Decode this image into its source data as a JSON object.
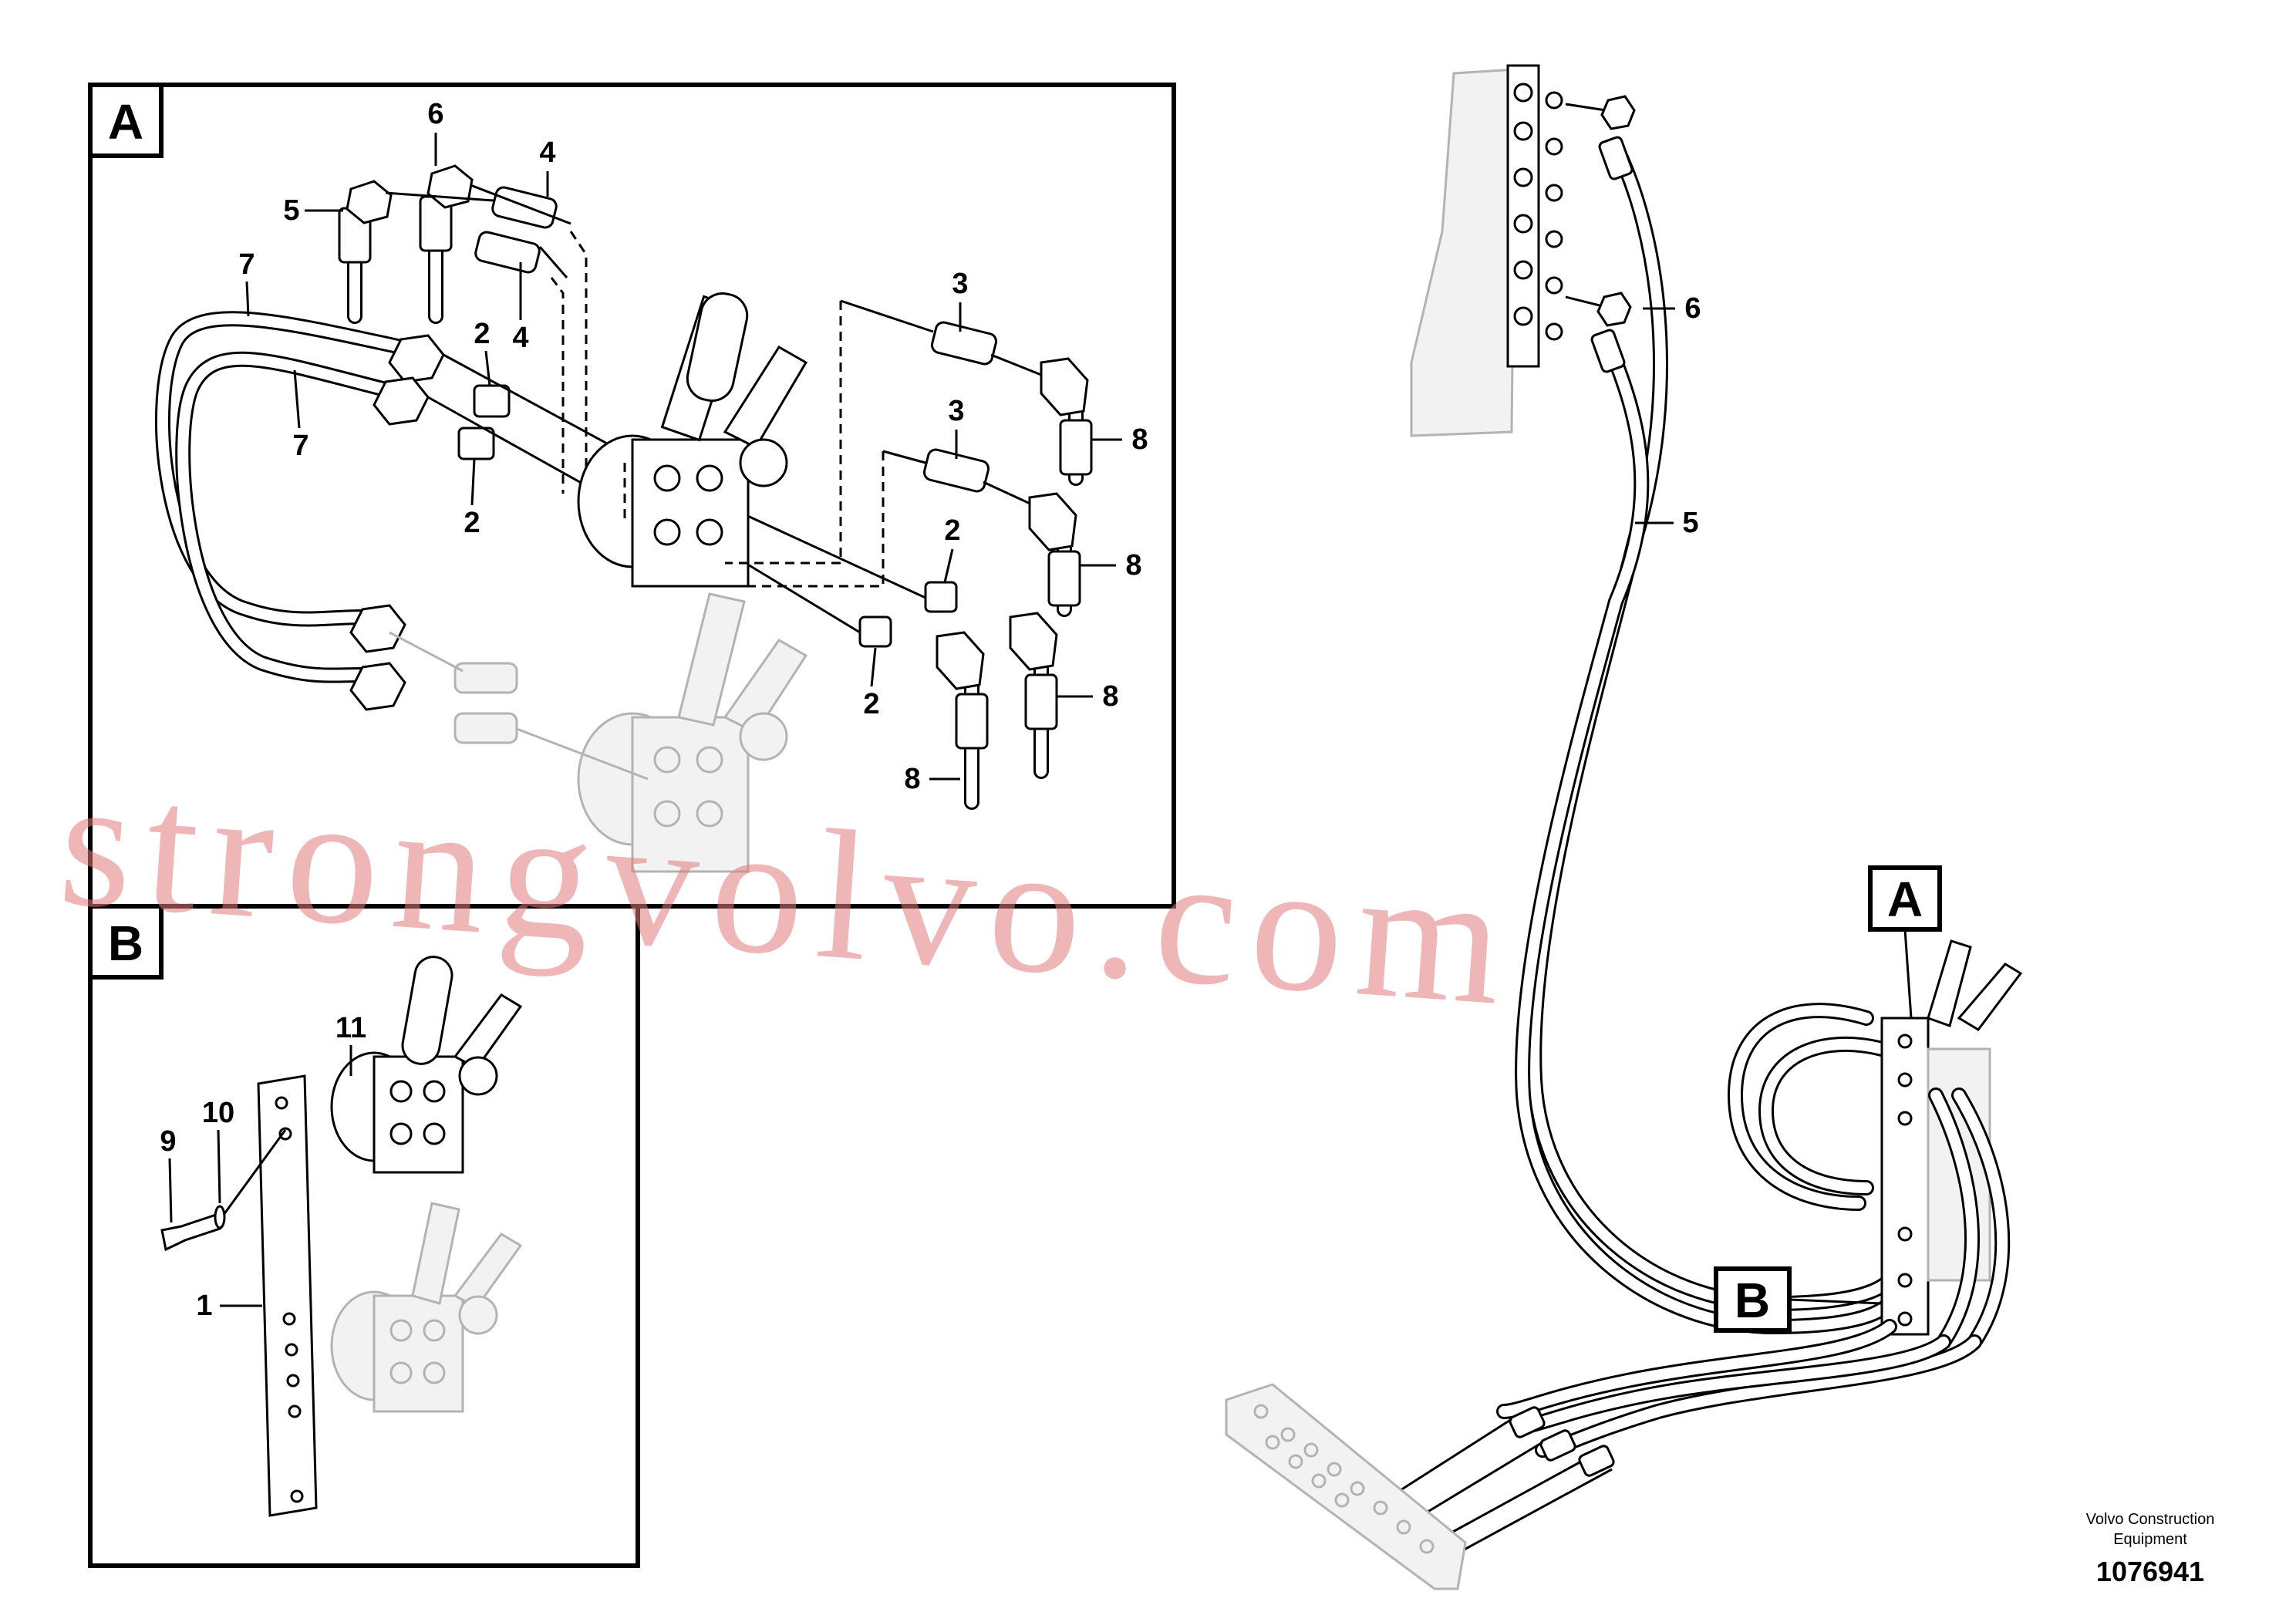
{
  "views": {
    "a": {
      "label": "A"
    },
    "b": {
      "label": "B"
    }
  },
  "callouts": {
    "c1": "1",
    "c2": "2",
    "c3": "3",
    "c4": "4",
    "c5": "5",
    "c6": "6",
    "c7": "7",
    "c8": "8",
    "c9": "9",
    "c10": "10",
    "c11": "11"
  },
  "footer": {
    "brand_line1": "Volvo Construction",
    "brand_line2": "Equipment",
    "doc_number": "1076941"
  },
  "watermark": "strongvolvo.com"
}
